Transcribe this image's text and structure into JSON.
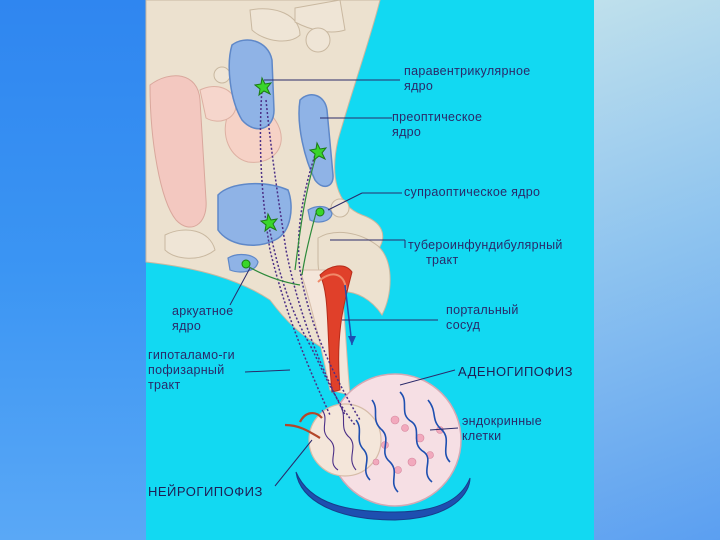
{
  "labels": {
    "paraventricular": [
      "паравентрикулярное",
      "ядро"
    ],
    "preoptic": [
      "преоптическое",
      "ядро"
    ],
    "supraoptic": [
      "супраоптическое ядро"
    ],
    "tuberoinfundibular": [
      "тубероинфундибулярный",
      "тракт"
    ],
    "arcuate": [
      "аркуатное",
      "ядро"
    ],
    "portal_vessel": [
      "портальный",
      "сосуд"
    ],
    "hypothalamo_hypophyseal": [
      "гипоталамо-ги",
      "пофизарный",
      "тракт"
    ],
    "adenohypophysis": [
      "АДЕНОГИПОФИЗ"
    ],
    "endocrine_cells": [
      "эндокринные",
      "клетки"
    ],
    "neurohypophysis": [
      "НЕЙРОГИПОФИЗ"
    ]
  },
  "colors": {
    "slide_background": "#12d9f2",
    "brain_tissue": "#ece1cf",
    "nucleus_blue": "#8fb3e6",
    "neuron_green": "#39d62b",
    "axon_purple": "#4b2f86",
    "portal_red": "#e0402a",
    "blood_blue": "#1e4fb0",
    "leader_line": "#2a2a6a"
  }
}
